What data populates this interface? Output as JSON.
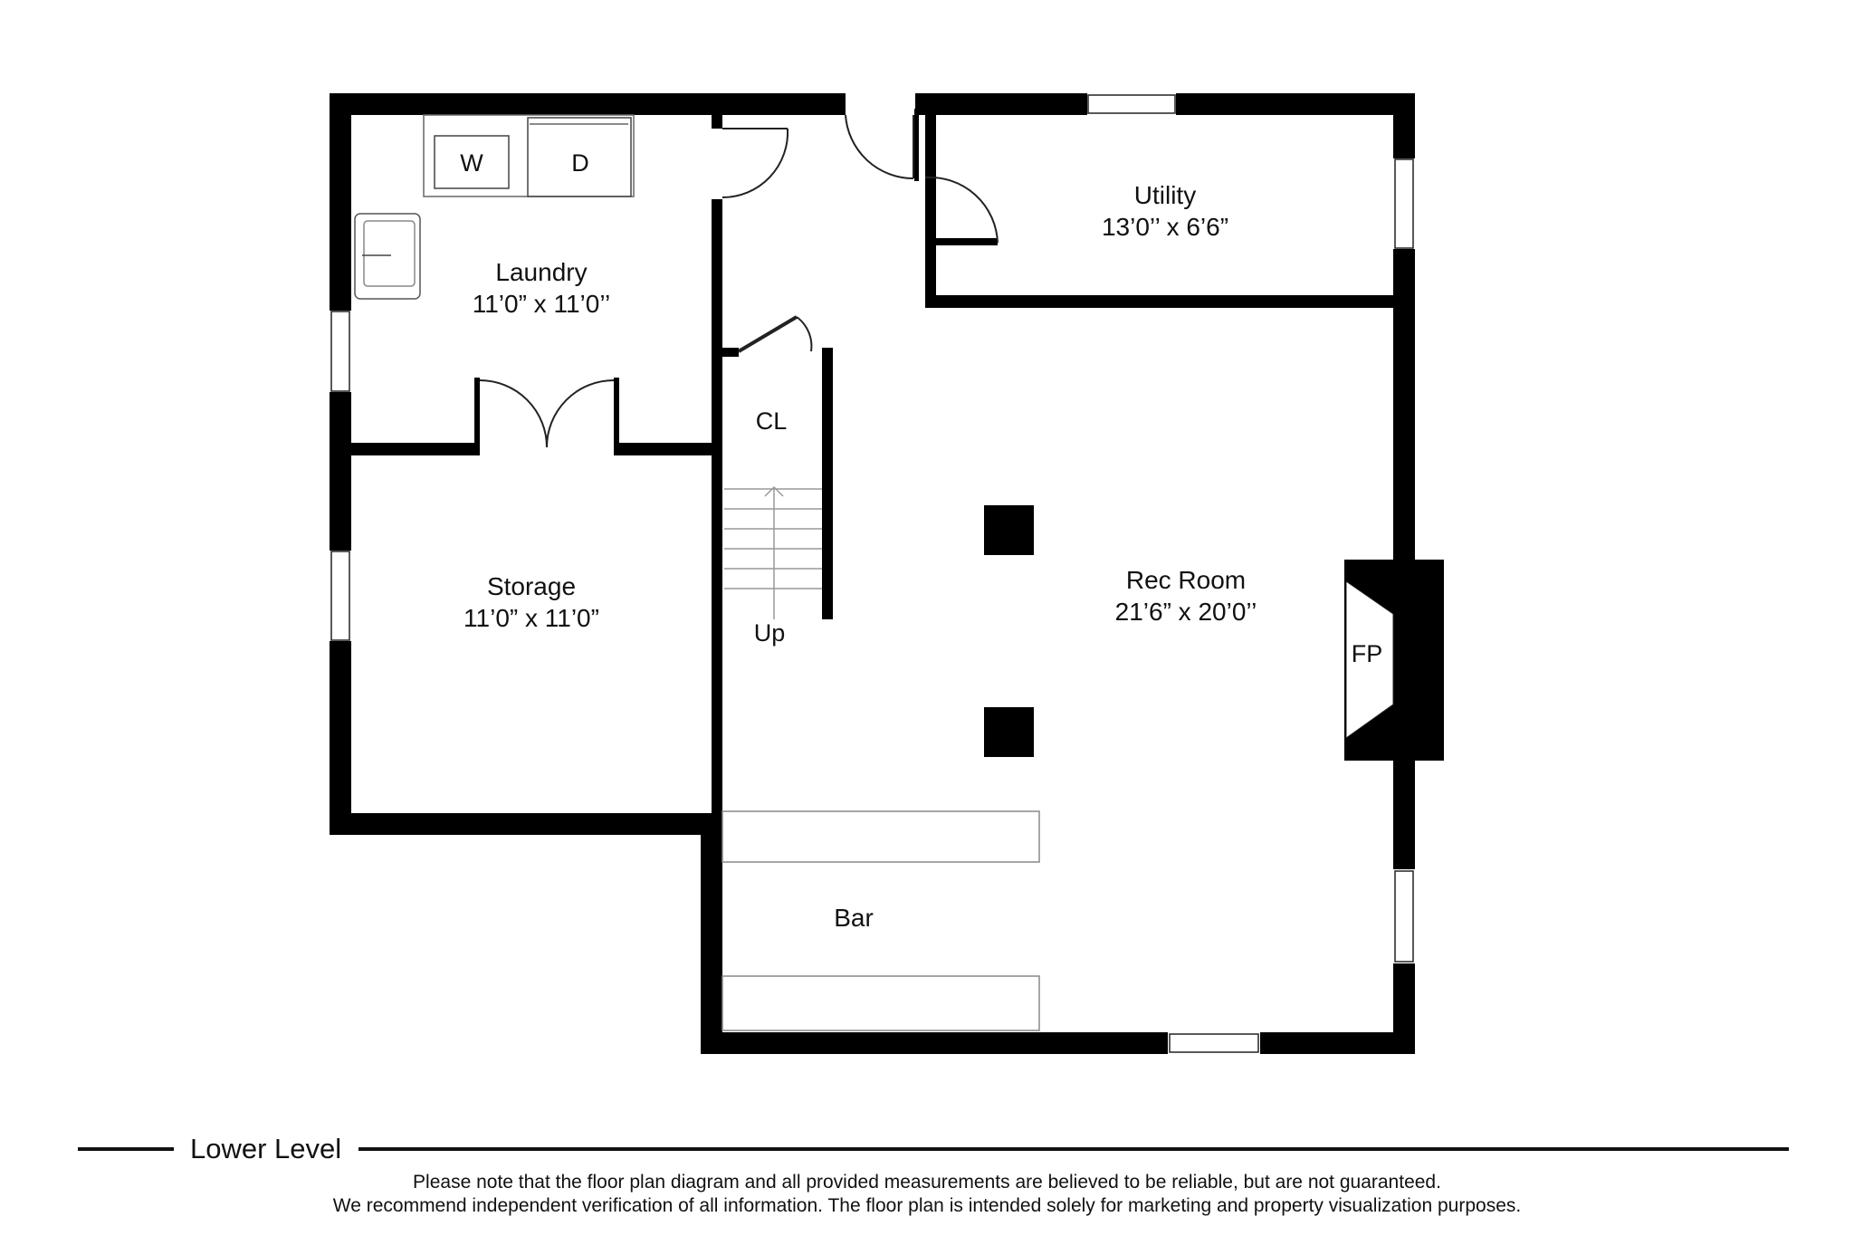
{
  "floor_label": "Lower Level",
  "rooms": {
    "laundry": {
      "name": "Laundry",
      "dims": "11’0” x 11’0’’"
    },
    "utility": {
      "name": "Utility",
      "dims": "13’0’’ x 6’6”"
    },
    "storage": {
      "name": "Storage",
      "dims": "11’0” x 11’0”"
    },
    "rec_room": {
      "name": "Rec Room",
      "dims": "21’6” x 20’0’’"
    },
    "bar": {
      "name": "Bar"
    },
    "closet": {
      "name": "CL"
    }
  },
  "fixtures": {
    "washer": "W",
    "dryer": "D",
    "fireplace": "FP",
    "stairs": "Up"
  },
  "disclaimer": {
    "line1": "Please note that the floor plan diagram and all provided measurements are believed to be reliable, but are not guaranteed.",
    "line2": "We recommend independent verification of all information. The floor plan is intended solely for marketing and property visualization purposes."
  }
}
